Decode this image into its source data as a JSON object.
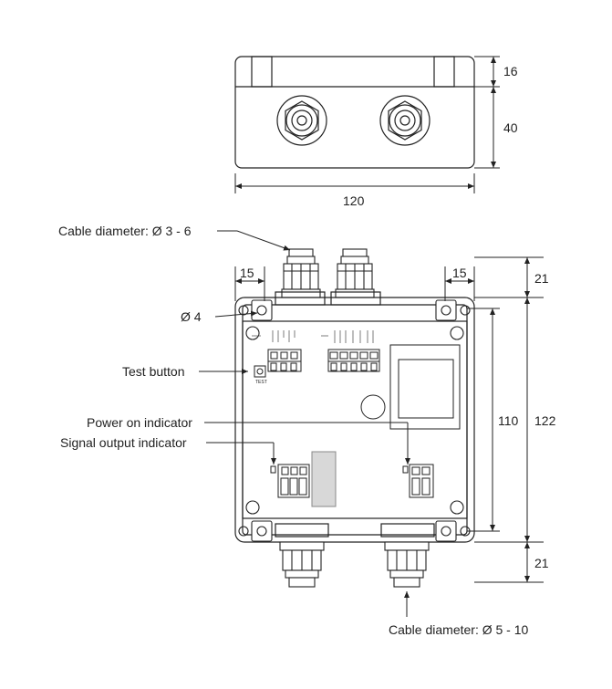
{
  "top_view": {
    "dim_width": "120",
    "dim_lid_height": "16",
    "dim_base_height": "40"
  },
  "front_view": {
    "dim_left_offset": "15",
    "dim_right_offset": "15",
    "dim_inner_height": "110",
    "dim_outer_height": "122",
    "dim_top_gland": "21",
    "dim_bottom_gland": "21",
    "test_silkscreen": "TEST"
  },
  "callouts": {
    "cable_top": "Cable diameter: Ø 3 - 6",
    "hole": "Ø 4",
    "test_button": "Test button",
    "power_indicator": "Power on indicator",
    "signal_indicator": "Signal output indicator",
    "cable_bottom": "Cable diameter: Ø 5 - 10"
  },
  "colors": {
    "line": "#222222",
    "pcb_part": "#d8d8d8"
  }
}
